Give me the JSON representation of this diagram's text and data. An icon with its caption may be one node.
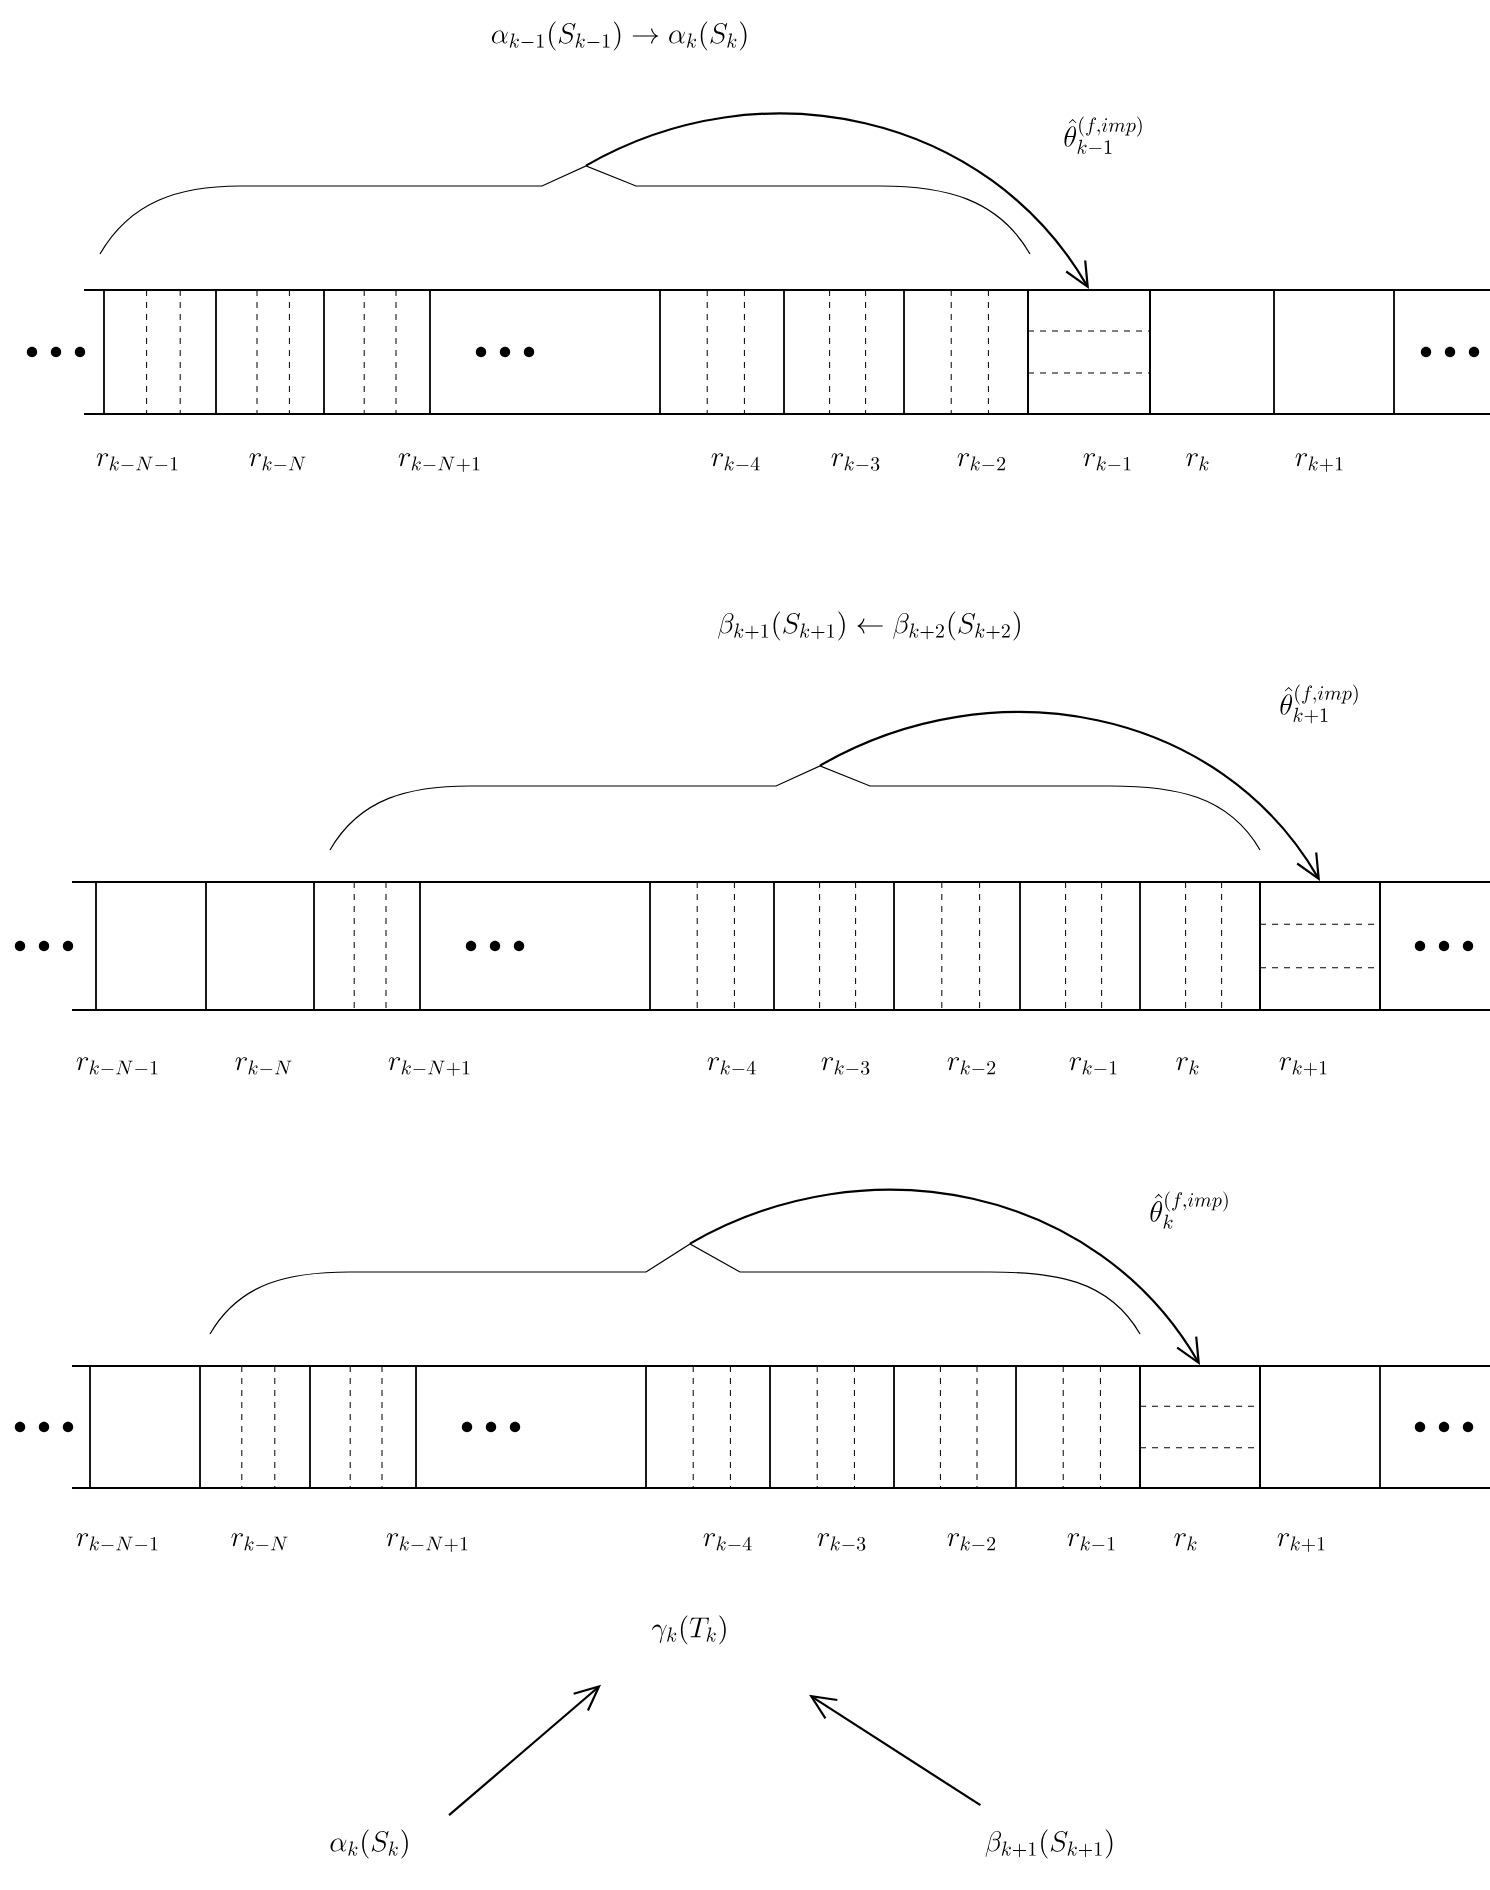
{
  "diagram": {
    "nodes": [
      {
        "text": [],
        "shape": "brace"
      },
      {
        "text": [],
        "shape": "box"
      },
      {
        "text": [],
        "shape": "brace"
      },
      {
        "text": [],
        "shape": "box"
      },
      {
        "text": [],
        "shape": "brace"
      },
      {
        "text": [],
        "shape": "box"
      },
      {
        "text": [
          "\\gamma_k(T_k)"
        ]
      },
      {
        "text": [
          "\\alpha_k(S_k)"
        ]
      },
      {
        "text": [
          "\\beta_{k+1}(S_{k+1})"
        ]
      }
    ],
    "edges": [
      {
        "from": 0,
        "to": 1,
        "arrow": "to",
        "label": "\\hat{\\theta}_{k-1}^{(f,imp)}"
      },
      {
        "from": 2,
        "to": 3,
        "arrow": "to",
        "label": "\\hat{\\theta}_{k+1}^{(f,imp)}"
      },
      {
        "from": 4,
        "to": 5,
        "arrow": "to",
        "label": "\\hat{\\theta}_{k}^{(f,imp)}"
      },
      {
        "from": 7,
        "to": 6,
        "arrow": "to"
      },
      {
        "from": 8,
        "to": 6,
        "arrow": "to"
      }
    ],
    "labels": [
      "\\alpha_{k-1}(S_{k-1}) \\rightarrow \\alpha_k(S_k)",
      "r_{k-N-1}",
      "r_{k-N}",
      "r_{k-N+1}",
      "r_{k-4}",
      "r_{k-3}",
      "r_{k-2}",
      "r_{k-1}",
      "r_k",
      "r_{k+1}",
      "\\beta_{k+1}(S_{k+1}) \\leftarrow \\beta_{k+2}(S_{k+2})",
      "r_{k-N-1}",
      "r_{k-N}",
      "r_{k-N+1}",
      "r_{k-4}",
      "r_{k-3}",
      "r_{k-2}",
      "r_{k-1}",
      "r_k",
      "r_{k+1}",
      "r_{k-N-1}",
      "r_{k-N}",
      "r_{k-N+1}",
      "r_{k-4}",
      "r_{k-3}",
      "r_{k-2}",
      "r_{k-1}",
      "r_k",
      "r_{k+1}"
    ]
  }
}
